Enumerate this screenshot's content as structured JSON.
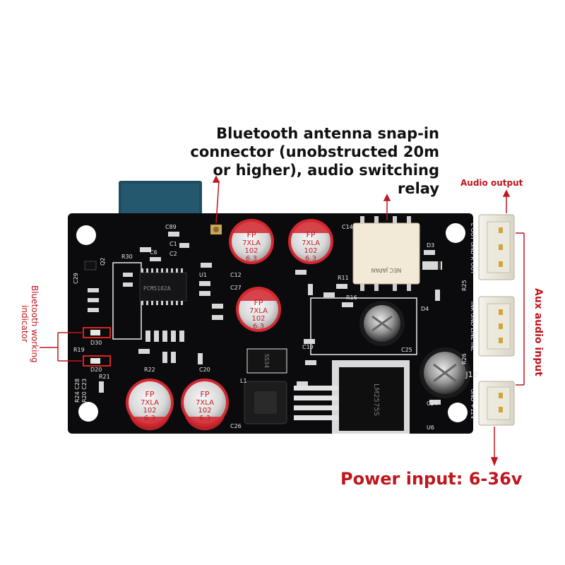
{
  "callouts": {
    "antenna_line1": "Bluetooth antenna snap-in",
    "antenna_line2": "connector (unobstructed 20m",
    "antenna_line3": "or higher), audio switching",
    "antenna_line4": "relay",
    "audio_output": "Audio output",
    "aux_input": "Aux audio input",
    "power_input": "Power input: 6-36v",
    "bt_indicator_line1": "Bluetooth working",
    "bt_indicator_line2": "indicator"
  },
  "capacitor_print": {
    "line1": "FP",
    "line2": "7XLA",
    "line3": "102",
    "line4": "6.3"
  },
  "chip_marks": {
    "pcm": "PCM5102A",
    "regulator": "LM2575S",
    "inductor": "SS34",
    "relay": "NEC JAPAN"
  },
  "connectors": {
    "j_out_label": "L OUT  GND  R OUT",
    "j_line_label": "INR  GND  LINE  INL",
    "j10_label": "J10",
    "j_pwr_label": "GND  +12V"
  },
  "silkscreen": {
    "c89": "C89",
    "c14": "C14",
    "d3": "D3",
    "r30": "R30",
    "c6": "C6",
    "c1": "C1",
    "c2": "C2",
    "u1": "U1",
    "c12": "C12",
    "c27": "C27",
    "c29": "C29",
    "q2": "Q2",
    "d30": "D30",
    "d20": "D20",
    "r19": "R19",
    "r21": "R21",
    "r22": "R22",
    "c20": "C20",
    "l1": "L1",
    "c26": "C26",
    "c25": "C25",
    "c24": "C24",
    "u6": "U6",
    "d4": "D4",
    "r26": "R26",
    "r25": "R25",
    "r24": "R24 C28",
    "r20": "R20 C23",
    "c19": "C19",
    "r16": "R16",
    "r11": "R11"
  },
  "colors": {
    "board": "#0b0b0d",
    "capacitor_red": "#d4272f",
    "callout_red": "#c0161e",
    "bt_module": "#1e4d62"
  }
}
